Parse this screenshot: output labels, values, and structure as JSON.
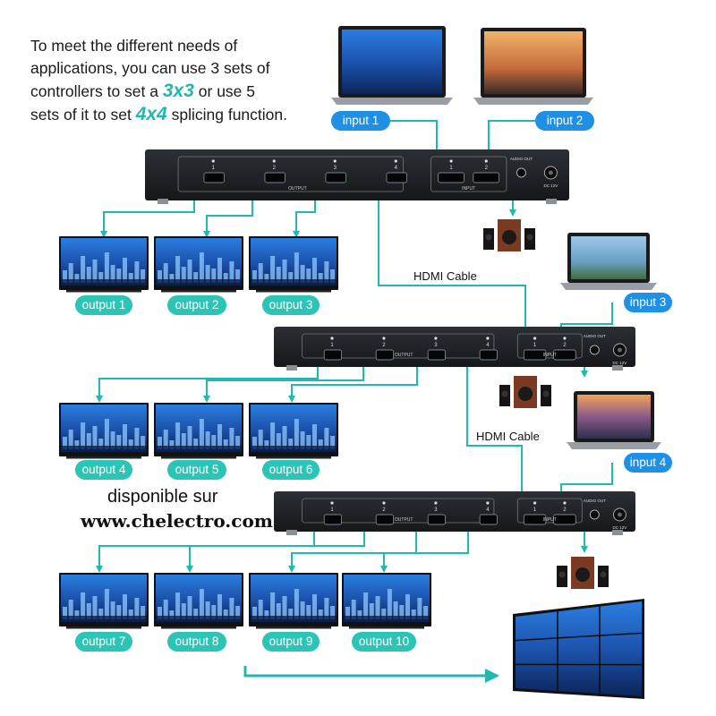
{
  "intro": {
    "line1": "To meet the different needs of",
    "line2": "applications, you can use 3 sets of",
    "line3_pre": "controllers to set a ",
    "line3_em": "3x3",
    "line3_post": " or use 5",
    "line4_pre": "sets of it to set ",
    "line4_em": "4x4",
    "line4_post": " splicing function."
  },
  "inputs": [
    "input 1",
    "input 2",
    "input 3",
    "input 4"
  ],
  "outputs": [
    "output 1",
    "output 2",
    "output 3",
    "output 4",
    "output 5",
    "output 6",
    "output 7",
    "output 8",
    "output 9",
    "output 10"
  ],
  "cable_label": "HDMI Cable",
  "device": {
    "port_numbers": [
      "1",
      "2",
      "3",
      "4"
    ],
    "input_numbers": [
      "1",
      "2"
    ],
    "output_label": "OUTPUT",
    "input_label": "INPUT",
    "audio_label": "AUDIO OUT",
    "power_label": "DC 12V"
  },
  "promo": {
    "line1": "disponible sur",
    "line2": "www.chelectro.com"
  },
  "colors": {
    "teal": "#2cc4b7",
    "blue": "#1e90e6",
    "arrow": "#1fb8b2",
    "device": "#1d1f24"
  }
}
